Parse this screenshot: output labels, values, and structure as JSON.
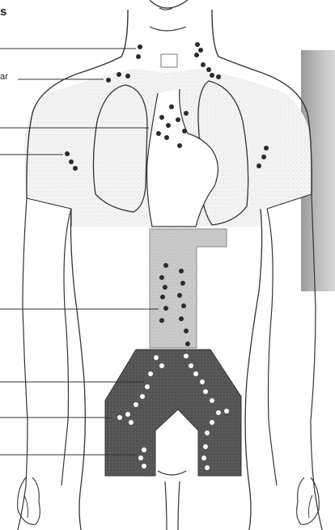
{
  "labels": {
    "heading_fragment": "s",
    "supraclavicular_fragment": "ar"
  },
  "colors": {
    "outline": "#333333",
    "chest_fill": "#f1f1f1",
    "upper_abdomen_fill": "#c9c9c9",
    "lower_abdomen_fill": "#555555",
    "node_dark": "#2b2b2b",
    "node_light": "#ffffff",
    "leader_line": "#333333",
    "side_shadow": "#bdbdbd"
  },
  "icons": {
    "lymph_node": "dot",
    "body": "human-torso-outline"
  }
}
